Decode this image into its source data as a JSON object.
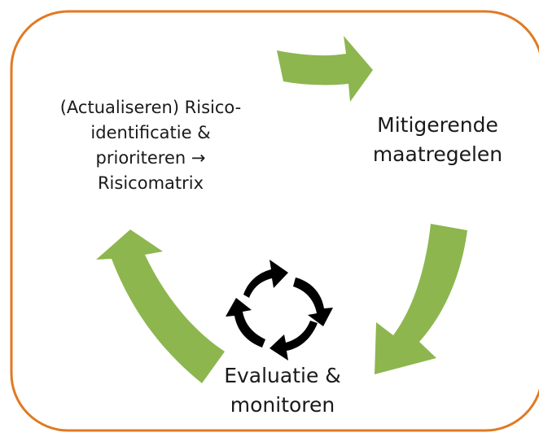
{
  "colors": {
    "border": "#e07a22",
    "cycle_arrow": "#8db64f",
    "center_arrows": "#000000",
    "text": "#1a1a1a"
  },
  "icons": {
    "center": "circular-arrows-icon",
    "arrows": [
      "cycle-arrow-top",
      "cycle-arrow-right",
      "cycle-arrow-left"
    ]
  },
  "steps": {
    "identify": {
      "lines": [
        "(Actualiseren) Risico-",
        "identificatie &",
        "prioriteren →",
        "Risicomatrix"
      ]
    },
    "mitigate": {
      "lines": [
        "Mitigerende",
        "maatregelen"
      ]
    },
    "evaluate": {
      "lines": [
        "Evaluatie &",
        "monitoren"
      ]
    }
  }
}
